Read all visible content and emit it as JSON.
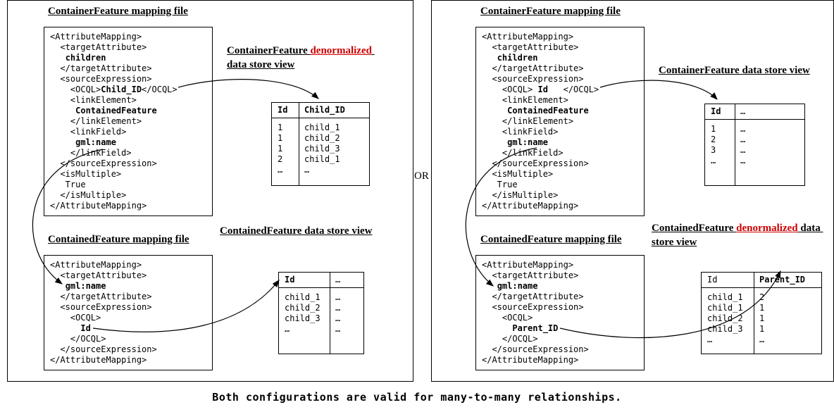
{
  "colors": {
    "red": "#cc0000"
  },
  "or_label": "OR",
  "caption": "Both configurations are valid for many-to-many relationships.",
  "left": {
    "container": {
      "title": "ContainerFeature mapping file",
      "xml": [
        [
          {
            "t": "<AttributeMapping>"
          }
        ],
        [
          {
            "t": "  <targetAttribute>"
          }
        ],
        [
          {
            "t": "   "
          },
          {
            "t": "children",
            "b": true
          }
        ],
        [
          {
            "t": "  </targetAttribute>"
          }
        ],
        [
          {
            "t": "  <sourceExpression>"
          }
        ],
        [
          {
            "t": "    <OCQL>"
          },
          {
            "t": "Child_ID",
            "b": true
          },
          {
            "t": "</OCQL>"
          }
        ],
        [
          {
            "t": "    <linkElement>"
          }
        ],
        [
          {
            "t": "     "
          },
          {
            "t": "ContainedFeature",
            "b": true
          }
        ],
        [
          {
            "t": "    </linkElement>"
          }
        ],
        [
          {
            "t": "    <linkField>"
          }
        ],
        [
          {
            "t": "     "
          },
          {
            "t": "gml:name",
            "b": true
          }
        ],
        [
          {
            "t": "    </linkField>"
          }
        ],
        [
          {
            "t": "  </sourceExpression>"
          }
        ],
        [
          {
            "t": "  <isMultiple>"
          }
        ],
        [
          {
            "t": "   True"
          }
        ],
        [
          {
            "t": "  </isMultiple>"
          }
        ],
        [
          {
            "t": "</AttributeMapping>"
          }
        ]
      ],
      "view_heading": [
        {
          "t": "ContainerFeature "
        },
        {
          "t": "denormalized",
          "r": true
        },
        {
          "t": " data store view"
        }
      ],
      "table": {
        "columns": [
          {
            "label": "Id",
            "bold": true
          },
          {
            "label": "Child_ID",
            "bold": true
          }
        ],
        "rows": [
          [
            "1",
            "child_1"
          ],
          [
            "1",
            "child_2"
          ],
          [
            "1",
            "child_3"
          ],
          [
            "2",
            "child_1"
          ],
          [
            "…",
            "…"
          ]
        ]
      }
    },
    "contained": {
      "title": "ContainedFeature mapping file",
      "xml": [
        [
          {
            "t": "<AttributeMapping>"
          }
        ],
        [
          {
            "t": "  <targetAttribute>"
          }
        ],
        [
          {
            "t": "   "
          },
          {
            "t": "gml:name",
            "b": true
          }
        ],
        [
          {
            "t": "  </targetAttribute>"
          }
        ],
        [
          {
            "t": "  <sourceExpression>"
          }
        ],
        [
          {
            "t": "    <OCQL>"
          }
        ],
        [
          {
            "t": "      "
          },
          {
            "t": "Id",
            "b": true
          }
        ],
        [
          {
            "t": "    </OCQL>"
          }
        ],
        [
          {
            "t": "  </sourceExpression>"
          }
        ],
        [
          {
            "t": "</AttributeMapping>"
          }
        ]
      ],
      "view_heading": [
        {
          "t": "ContainedFeature data store view"
        }
      ],
      "table": {
        "columns": [
          {
            "label": "Id",
            "bold": true
          },
          {
            "label": "…",
            "bold": false
          }
        ],
        "rows": [
          [
            "child_1",
            "…"
          ],
          [
            "child_2",
            "…"
          ],
          [
            "child_3",
            "…"
          ],
          [
            "…",
            "…"
          ]
        ]
      }
    }
  },
  "right": {
    "container": {
      "title": "ContainerFeature mapping file",
      "xml": [
        [
          {
            "t": "<AttributeMapping>"
          }
        ],
        [
          {
            "t": "  <targetAttribute>"
          }
        ],
        [
          {
            "t": "   "
          },
          {
            "t": "children",
            "b": true
          }
        ],
        [
          {
            "t": "  </targetAttribute>"
          }
        ],
        [
          {
            "t": "  <sourceExpression>"
          }
        ],
        [
          {
            "t": "    <OCQL> "
          },
          {
            "t": "Id",
            "b": true
          },
          {
            "t": "   </OCQL>"
          }
        ],
        [
          {
            "t": "    <linkElement>"
          }
        ],
        [
          {
            "t": "     "
          },
          {
            "t": "ContainedFeature",
            "b": true
          }
        ],
        [
          {
            "t": "    </linkElement>"
          }
        ],
        [
          {
            "t": "    <linkField>"
          }
        ],
        [
          {
            "t": "     "
          },
          {
            "t": "gml:name",
            "b": true
          }
        ],
        [
          {
            "t": "    </linkField>"
          }
        ],
        [
          {
            "t": "  </sourceExpression>"
          }
        ],
        [
          {
            "t": "  <isMultiple>"
          }
        ],
        [
          {
            "t": "   True"
          }
        ],
        [
          {
            "t": "  </isMultiple>"
          }
        ],
        [
          {
            "t": "</AttributeMapping>"
          }
        ]
      ],
      "view_heading": [
        {
          "t": "ContainerFeature data store view"
        }
      ],
      "table": {
        "columns": [
          {
            "label": "Id",
            "bold": true
          },
          {
            "label": "…",
            "bold": false
          }
        ],
        "rows": [
          [
            "1",
            "…"
          ],
          [
            "2",
            "…"
          ],
          [
            "3",
            "…"
          ],
          [
            "…",
            "…"
          ]
        ]
      }
    },
    "contained": {
      "title": "ContainedFeature mapping file",
      "xml": [
        [
          {
            "t": "<AttributeMapping>"
          }
        ],
        [
          {
            "t": "  <targetAttribute>"
          }
        ],
        [
          {
            "t": "   "
          },
          {
            "t": "gml:name",
            "b": true
          }
        ],
        [
          {
            "t": "  </targetAttribute>"
          }
        ],
        [
          {
            "t": "  <sourceExpression>"
          }
        ],
        [
          {
            "t": "    <OCQL>"
          }
        ],
        [
          {
            "t": "      "
          },
          {
            "t": "Parent_ID",
            "b": true
          }
        ],
        [
          {
            "t": "    </OCQL>"
          }
        ],
        [
          {
            "t": "  </sourceExpression>"
          }
        ],
        [
          {
            "t": "</AttributeMapping>"
          }
        ]
      ],
      "view_heading": [
        {
          "t": "ContainedFeature "
        },
        {
          "t": "denormalized",
          "r": true
        },
        {
          "t": " data store view"
        }
      ],
      "table": {
        "columns": [
          {
            "label": "Id",
            "bold": false
          },
          {
            "label": "Parent_ID",
            "bold": true
          }
        ],
        "rows": [
          [
            "child_1",
            "2"
          ],
          [
            "child_1",
            "1"
          ],
          [
            "child_2",
            "1"
          ],
          [
            "child_3",
            "1"
          ],
          [
            "…",
            "…"
          ]
        ]
      }
    }
  }
}
